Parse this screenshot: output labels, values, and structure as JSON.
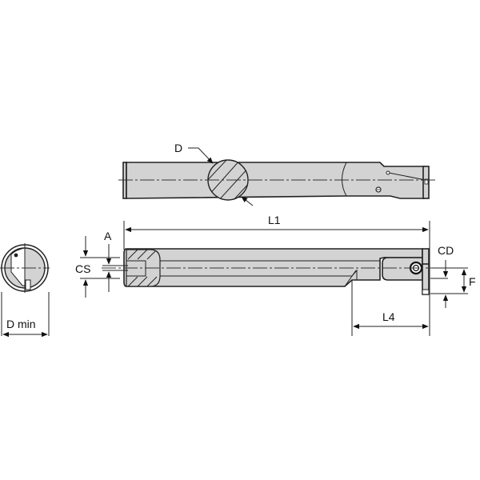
{
  "drawing": {
    "type": "boring bar technical drawing",
    "views": [
      "top-view",
      "side-view",
      "end-view"
    ],
    "labels": {
      "d": "D",
      "l1": "L1",
      "a": "A",
      "cs": "CS",
      "cd": "CD",
      "f": "F",
      "l4": "L4",
      "dmin": "D min"
    },
    "colors": {
      "body": "#d3d3d3",
      "outline": "#222222",
      "background": "#ffffff"
    }
  }
}
